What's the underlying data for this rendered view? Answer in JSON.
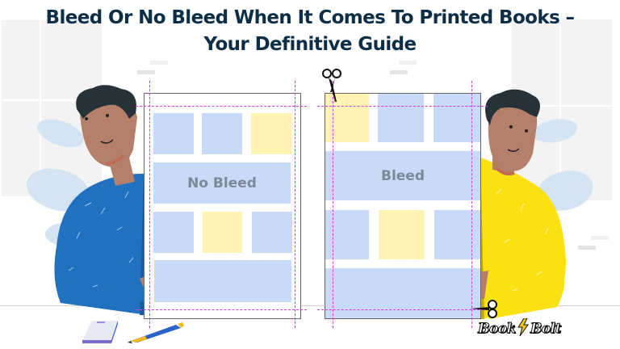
{
  "header": {
    "title_line1": "Bleed Or No Bleed When It Comes To Printed Books –",
    "title_line2": "Your Definitive Guide"
  },
  "pages": [
    {
      "label": "No Bleed",
      "type": "no-bleed"
    },
    {
      "label": "Bleed",
      "type": "bleed"
    }
  ],
  "brand": {
    "logo_text_left": "Book",
    "logo_text_right": "Bolt",
    "bolt_icon": "lightning-bolt-icon"
  },
  "colors": {
    "title": "#0c2f47",
    "tile_blue": "#c9daf8",
    "tile_yellow": "#fff2b3",
    "trim_guide": "#d63be0",
    "shirt_blue": "#2072c0",
    "shirt_yellow": "#fce112",
    "skin": "#b4806b",
    "hair": "#263238",
    "plant": "#d4e4f2"
  },
  "icons": [
    "scissors-icon",
    "notepad-icon",
    "pen-icon",
    "lightning-bolt-icon"
  ]
}
